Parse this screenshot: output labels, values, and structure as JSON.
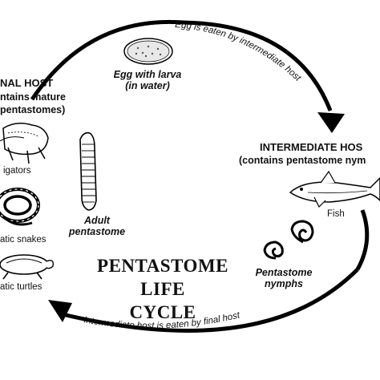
{
  "diagram": {
    "title_lines": [
      "PENTASTOME",
      "LIFE",
      "CYCLE"
    ],
    "final_host": {
      "title": "NAL HOST",
      "sub_line1": "ntains mature",
      "sub_line2": "pentastomes)",
      "animals": [
        "igators",
        "atic snakes",
        "atic turtles"
      ]
    },
    "intermediate_host": {
      "title": "INTERMEDIATE HOS",
      "subtitle": "(contains pentastome nym",
      "animal": "Fish"
    },
    "stages": {
      "egg": [
        "Egg with larva",
        "(in water)"
      ],
      "adult": [
        "Adult",
        "pentastome"
      ],
      "nymphs": [
        "Pentastome",
        "nymphs"
      ]
    },
    "arrows": {
      "top": "Egg is eaten by intermediate host",
      "bottom": "Intermediate host is eaten by final host"
    }
  }
}
